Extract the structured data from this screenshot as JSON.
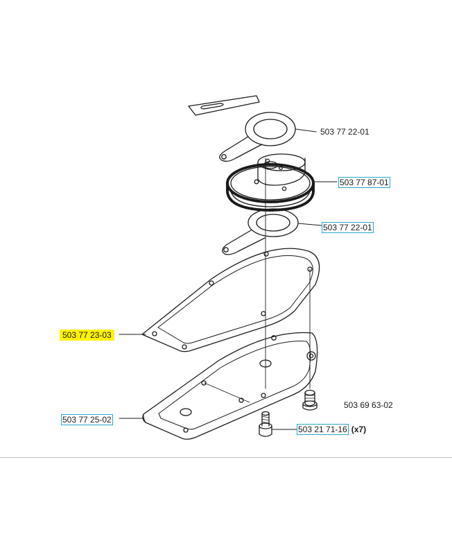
{
  "parts": [
    {
      "id": "p1",
      "number": "503 77 22-01",
      "style": "plain"
    },
    {
      "id": "p2",
      "number": "503 77 87-01",
      "style": "boxed"
    },
    {
      "id": "p3",
      "number": "503 77 22-01",
      "style": "boxed"
    },
    {
      "id": "p4",
      "number": "503 77 23-03",
      "style": "highlighted"
    },
    {
      "id": "p5",
      "number": "503 69 63-02",
      "style": "plain"
    },
    {
      "id": "p6",
      "number": "503 77 25-02",
      "style": "boxed"
    },
    {
      "id": "p7",
      "number": "503 21 71-16",
      "style": "boxed",
      "quantity": "(x7)"
    }
  ],
  "colors": {
    "highlight": "#fff200",
    "link_box": "#2aa7c9",
    "line": "#1a1a1a"
  }
}
